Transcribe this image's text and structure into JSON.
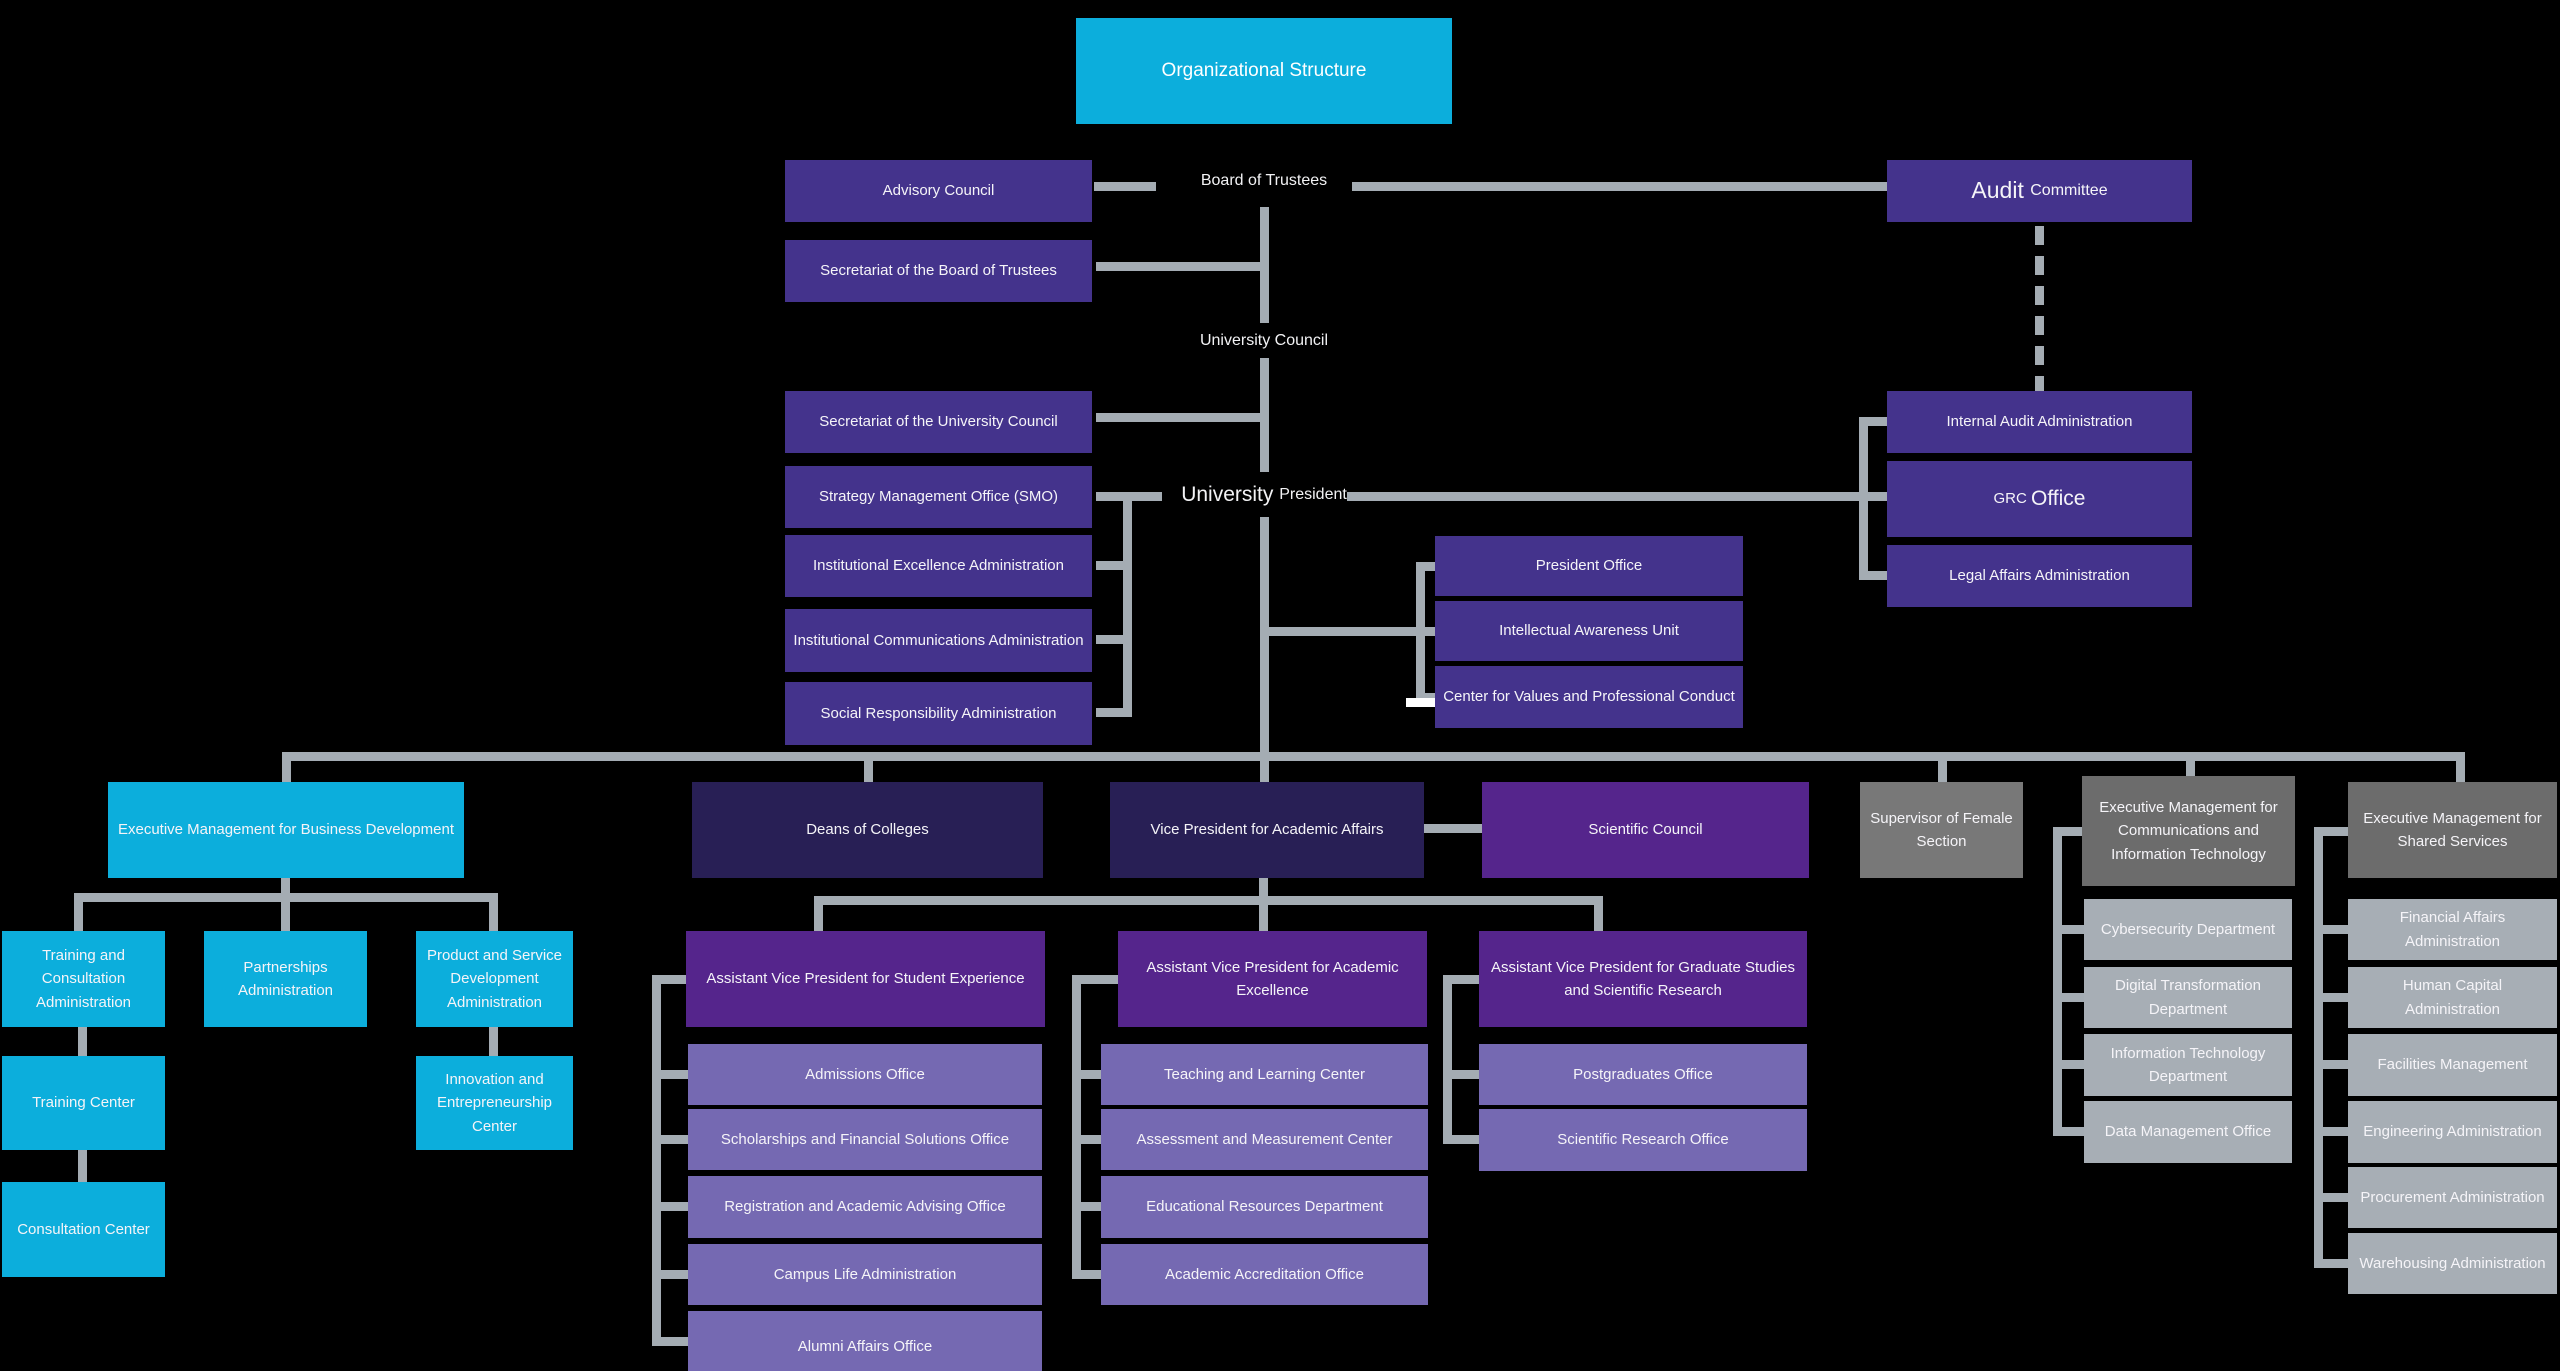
{
  "palette": {
    "background": "#000000",
    "cyan": "#0CAEDC",
    "purple": "#44338C",
    "navy": "#281F55",
    "violet": "#55258C",
    "lilac": "#7569B2",
    "gray": "#787878",
    "darkgray": "#6C6C6C",
    "lightgray": "#A7AEB5",
    "line": "#A4ACB3",
    "artifact": "#FFFFFF",
    "text": "#F5F4F8"
  },
  "title": {
    "label": "Organizational Structure"
  },
  "labels": {
    "board_of_trustees": {
      "text": "Board of Trustees"
    },
    "university_council": {
      "text": "University Council"
    },
    "university_president": {
      "parts": [
        {
          "text": "University ",
          "size": "lg"
        },
        {
          "text": "President",
          "size": "md"
        }
      ]
    }
  },
  "nodes": [
    {
      "id": "advisory-council",
      "label": "Advisory Council",
      "color": "purple"
    },
    {
      "id": "secretariat-board-of-trustees",
      "label": "Secretariat of the Board of Trustees",
      "color": "purple"
    },
    {
      "id": "secretariat-university-council",
      "label": "Secretariat of the University Council",
      "color": "purple"
    },
    {
      "id": "strategy-management-office",
      "label": "Strategy Management Office (SMO)",
      "color": "purple"
    },
    {
      "id": "institutional-excellence-administration",
      "label": "Institutional Excellence Administration",
      "color": "purple"
    },
    {
      "id": "institutional-communications-administration",
      "label": "Institutional Communications Administration",
      "color": "purple"
    },
    {
      "id": "social-responsibility-administration",
      "label": "Social Responsibility Administration",
      "color": "purple"
    },
    {
      "id": "audit-committee",
      "parts": [
        {
          "text": "Audit ",
          "size": "xl"
        },
        {
          "text": "Committee",
          "size": "md"
        }
      ],
      "color": "purple"
    },
    {
      "id": "internal-audit-administration",
      "label": "Internal Audit Administration",
      "color": "purple"
    },
    {
      "id": "grc-office",
      "parts": [
        {
          "text": "GRC ",
          "size": "sm"
        },
        {
          "text": "Office",
          "size": "lg"
        }
      ],
      "color": "purple"
    },
    {
      "id": "legal-affairs-administration",
      "label": "Legal Affairs Administration",
      "color": "purple"
    },
    {
      "id": "president-office",
      "label": "President Office",
      "color": "purple"
    },
    {
      "id": "intellectual-awareness-unit",
      "label": "Intellectual Awareness Unit",
      "color": "purple"
    },
    {
      "id": "center-values-professional-conduct",
      "label": "Center for Values and Professional Conduct",
      "color": "purple"
    },
    {
      "id": "executive-management-business-development",
      "label": "Executive Management for Business Development",
      "color": "cyan"
    },
    {
      "id": "deans-of-colleges",
      "label": "Deans of Colleges",
      "color": "navy"
    },
    {
      "id": "vice-president-academic-affairs",
      "label": "Vice President for Academic Affairs",
      "color": "navy"
    },
    {
      "id": "scientific-council",
      "label": "Scientific Council",
      "color": "violet"
    },
    {
      "id": "supervisor-female-section",
      "label": "Supervisor of Female Section",
      "color": "gray"
    },
    {
      "id": "executive-management-communications-it",
      "label": "Executive Management for Communications and Information Technology",
      "color": "darkgray"
    },
    {
      "id": "executive-management-shared-services",
      "label": "Executive Management for Shared Services",
      "color": "darkgray"
    },
    {
      "id": "training-consultation-administration",
      "label": "Training and Consultation Administration",
      "color": "cyan"
    },
    {
      "id": "partnerships-administration",
      "label": "Partnerships Administration",
      "color": "cyan"
    },
    {
      "id": "product-service-development-administration",
      "label": "Product and Service Development Administration",
      "color": "cyan"
    },
    {
      "id": "training-center",
      "label": "Training Center",
      "color": "cyan"
    },
    {
      "id": "innovation-entrepreneurship-center",
      "label": "Innovation and Entrepreneurship Center",
      "color": "cyan"
    },
    {
      "id": "consultation-center",
      "label": "Consultation Center",
      "color": "cyan"
    },
    {
      "id": "avp-student-experience",
      "label": "Assistant Vice President for Student Experience",
      "color": "violet"
    },
    {
      "id": "avp-academic-excellence",
      "label": "Assistant Vice President for Academic Excellence",
      "color": "violet"
    },
    {
      "id": "avp-graduate-studies-scientific-research",
      "label": "Assistant Vice President for Graduate Studies and Scientific Research",
      "color": "violet"
    },
    {
      "id": "admissions-office",
      "label": "Admissions Office",
      "color": "lilac"
    },
    {
      "id": "scholarships-financial-solutions-office",
      "label": "Scholarships and Financial Solutions Office",
      "color": "lilac"
    },
    {
      "id": "registration-academic-advising-office",
      "label": "Registration and Academic Advising Office",
      "color": "lilac"
    },
    {
      "id": "campus-life-administration",
      "label": "Campus Life Administration",
      "color": "lilac"
    },
    {
      "id": "alumni-affairs-office",
      "label": "Alumni Affairs Office",
      "color": "lilac"
    },
    {
      "id": "teaching-learning-center",
      "label": "Teaching and Learning Center",
      "color": "lilac"
    },
    {
      "id": "assessment-measurement-center",
      "label": "Assessment and Measurement Center",
      "color": "lilac"
    },
    {
      "id": "educational-resources-department",
      "label": "Educational Resources Department",
      "color": "lilac"
    },
    {
      "id": "academic-accreditation-office",
      "label": "Academic Accreditation Office",
      "color": "lilac"
    },
    {
      "id": "postgraduates-office",
      "label": "Postgraduates Office",
      "color": "lilac"
    },
    {
      "id": "scientific-research-office",
      "label": "Scientific Research Office",
      "color": "lilac"
    },
    {
      "id": "cybersecurity-department",
      "label": "Cybersecurity Department",
      "color": "lightgray"
    },
    {
      "id": "digital-transformation-department",
      "label": "Digital Transformation Department",
      "color": "lightgray"
    },
    {
      "id": "information-technology-department",
      "label": "Information Technology Department",
      "color": "lightgray"
    },
    {
      "id": "data-management-office",
      "label": "Data Management Office",
      "color": "lightgray"
    },
    {
      "id": "financial-affairs-administration",
      "label": "Financial Affairs Administration",
      "color": "lightgray"
    },
    {
      "id": "human-capital-administration",
      "label": "Human Capital Administration",
      "color": "lightgray"
    },
    {
      "id": "facilities-management",
      "label": "Facilities Management",
      "color": "lightgray"
    },
    {
      "id": "engineering-administration",
      "label": "Engineering Administration",
      "color": "lightgray"
    },
    {
      "id": "procurement-administration",
      "label": "Procurement Administration",
      "color": "lightgray"
    },
    {
      "id": "warehousing-administration",
      "label": "Warehousing Administration",
      "color": "lightgray"
    }
  ]
}
